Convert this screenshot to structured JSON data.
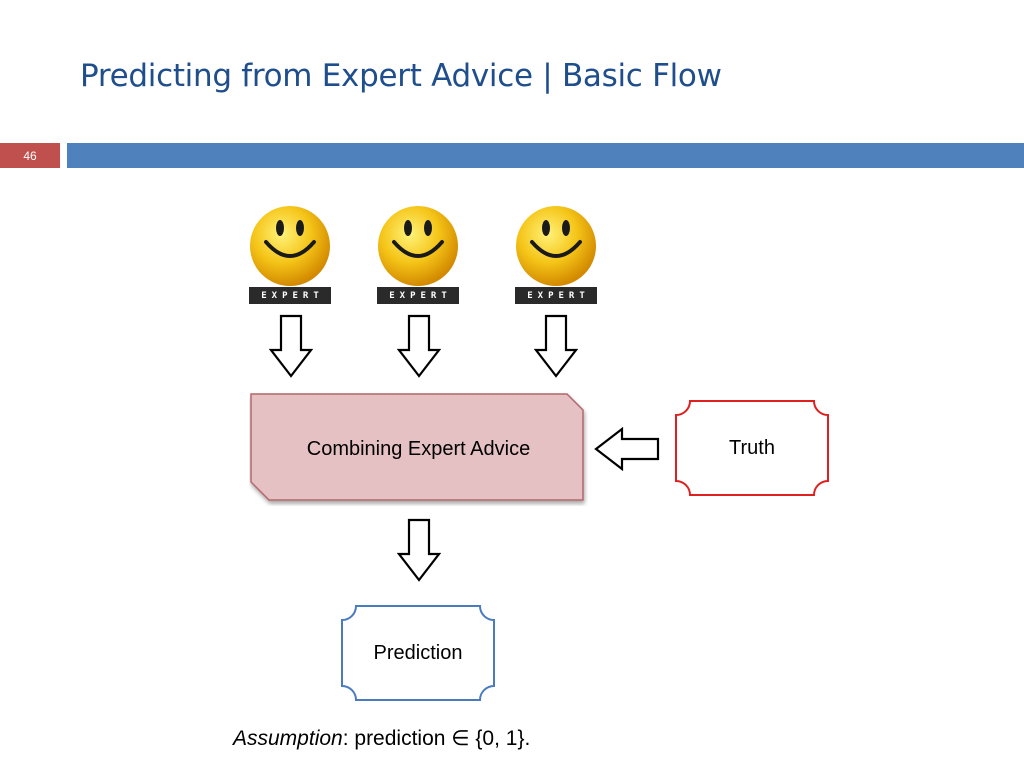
{
  "slide": {
    "title": "Predicting from Expert Advice | Basic Flow",
    "number": "46"
  },
  "colors": {
    "title": "#1f4e8c",
    "accent_bar": "#4f81bd",
    "number_badge": "#c0504d",
    "combiner_fill": "#e6c1c3",
    "combiner_stroke": "#b0676b",
    "truth_stroke": "#e02020",
    "prediction_stroke": "#4a7bbf",
    "smiley": "#f5c518"
  },
  "diagram": {
    "experts": [
      {
        "badge": "EXPERT",
        "icon": "smiley-face-icon"
      },
      {
        "badge": "EXPERT",
        "icon": "smiley-face-icon"
      },
      {
        "badge": "EXPERT",
        "icon": "smiley-face-icon"
      }
    ],
    "combiner_label": "Combining Expert Advice",
    "truth_label": "Truth",
    "prediction_label": "Prediction"
  },
  "assumption": {
    "lead": "Assumption",
    "rest": ": prediction ∈ {0, 1}."
  }
}
